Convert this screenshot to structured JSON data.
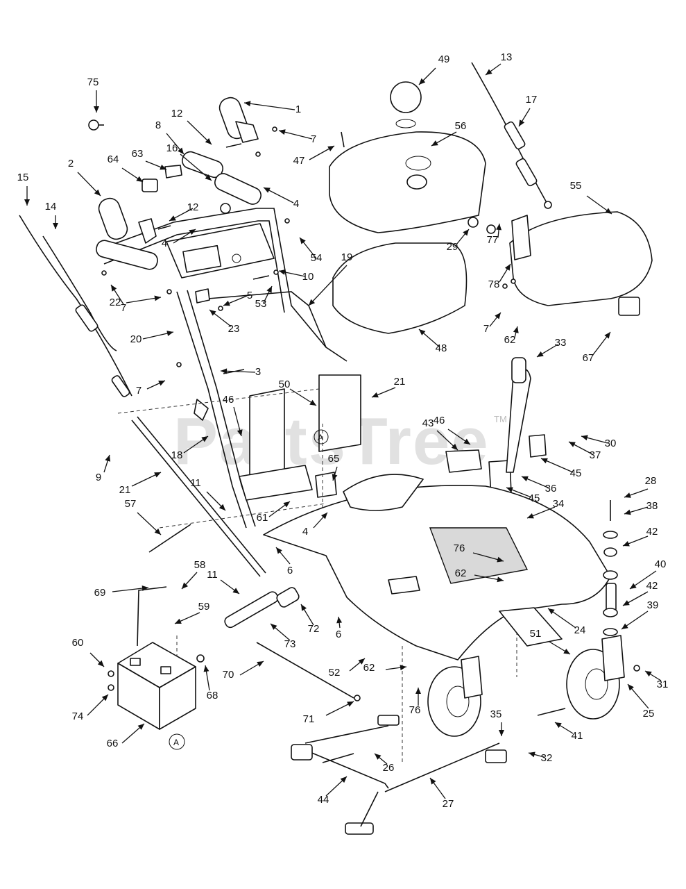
{
  "watermark": {
    "text": "PartsTree",
    "tm": "TM"
  },
  "reference_marker": "A",
  "callouts": [
    {
      "id": "c1",
      "label": "1"
    },
    {
      "id": "c2",
      "label": "2"
    },
    {
      "id": "c3",
      "label": "3"
    },
    {
      "id": "c4a",
      "label": "4"
    },
    {
      "id": "c4b",
      "label": "4"
    },
    {
      "id": "c4c",
      "label": "4"
    },
    {
      "id": "c5",
      "label": "5"
    },
    {
      "id": "c6a",
      "label": "6"
    },
    {
      "id": "c6b",
      "label": "6"
    },
    {
      "id": "c7a",
      "label": "7"
    },
    {
      "id": "c7b",
      "label": "7"
    },
    {
      "id": "c7c",
      "label": "7"
    },
    {
      "id": "c7d",
      "label": "7"
    },
    {
      "id": "c8",
      "label": "8"
    },
    {
      "id": "c9",
      "label": "9"
    },
    {
      "id": "c10",
      "label": "10"
    },
    {
      "id": "c11a",
      "label": "11"
    },
    {
      "id": "c11b",
      "label": "11"
    },
    {
      "id": "c12a",
      "label": "12"
    },
    {
      "id": "c12b",
      "label": "12"
    },
    {
      "id": "c13",
      "label": "13"
    },
    {
      "id": "c14",
      "label": "14"
    },
    {
      "id": "c15",
      "label": "15"
    },
    {
      "id": "c16",
      "label": "16"
    },
    {
      "id": "c17",
      "label": "17"
    },
    {
      "id": "c18",
      "label": "18"
    },
    {
      "id": "c19",
      "label": "19"
    },
    {
      "id": "c20",
      "label": "20"
    },
    {
      "id": "c21a",
      "label": "21"
    },
    {
      "id": "c21b",
      "label": "21"
    },
    {
      "id": "c22",
      "label": "22"
    },
    {
      "id": "c23",
      "label": "23"
    },
    {
      "id": "c24",
      "label": "24"
    },
    {
      "id": "c25",
      "label": "25"
    },
    {
      "id": "c26",
      "label": "26"
    },
    {
      "id": "c27",
      "label": "27"
    },
    {
      "id": "c28",
      "label": "28"
    },
    {
      "id": "c29",
      "label": "29"
    },
    {
      "id": "c30",
      "label": "30"
    },
    {
      "id": "c31",
      "label": "31"
    },
    {
      "id": "c32",
      "label": "32"
    },
    {
      "id": "c33",
      "label": "33"
    },
    {
      "id": "c34",
      "label": "34"
    },
    {
      "id": "c35",
      "label": "35"
    },
    {
      "id": "c36",
      "label": "36"
    },
    {
      "id": "c37",
      "label": "37"
    },
    {
      "id": "c38",
      "label": "38"
    },
    {
      "id": "c39",
      "label": "39"
    },
    {
      "id": "c40",
      "label": "40"
    },
    {
      "id": "c41",
      "label": "41"
    },
    {
      "id": "c42a",
      "label": "42"
    },
    {
      "id": "c42b",
      "label": "42"
    },
    {
      "id": "c43",
      "label": "43"
    },
    {
      "id": "c44",
      "label": "44"
    },
    {
      "id": "c45a",
      "label": "45"
    },
    {
      "id": "c45b",
      "label": "45"
    },
    {
      "id": "c46a",
      "label": "46"
    },
    {
      "id": "c46b",
      "label": "46"
    },
    {
      "id": "c47",
      "label": "47"
    },
    {
      "id": "c48",
      "label": "48"
    },
    {
      "id": "c49",
      "label": "49"
    },
    {
      "id": "c50",
      "label": "50"
    },
    {
      "id": "c51",
      "label": "51"
    },
    {
      "id": "c52",
      "label": "52"
    },
    {
      "id": "c53",
      "label": "53"
    },
    {
      "id": "c54",
      "label": "54"
    },
    {
      "id": "c55",
      "label": "55"
    },
    {
      "id": "c56",
      "label": "56"
    },
    {
      "id": "c57",
      "label": "57"
    },
    {
      "id": "c58",
      "label": "58"
    },
    {
      "id": "c59",
      "label": "59"
    },
    {
      "id": "c60",
      "label": "60"
    },
    {
      "id": "c61",
      "label": "61"
    },
    {
      "id": "c62a",
      "label": "62"
    },
    {
      "id": "c62b",
      "label": "62"
    },
    {
      "id": "c62c",
      "label": "62"
    },
    {
      "id": "c63",
      "label": "63"
    },
    {
      "id": "c64",
      "label": "64"
    },
    {
      "id": "c65",
      "label": "65"
    },
    {
      "id": "c66",
      "label": "66"
    },
    {
      "id": "c67",
      "label": "67"
    },
    {
      "id": "c68",
      "label": "68"
    },
    {
      "id": "c69",
      "label": "69"
    },
    {
      "id": "c70",
      "label": "70"
    },
    {
      "id": "c71",
      "label": "71"
    },
    {
      "id": "c72",
      "label": "72"
    },
    {
      "id": "c73",
      "label": "73"
    },
    {
      "id": "c74",
      "label": "74"
    },
    {
      "id": "c75",
      "label": "75"
    },
    {
      "id": "c76a",
      "label": "76"
    },
    {
      "id": "c76b",
      "label": "76"
    },
    {
      "id": "c77",
      "label": "77"
    },
    {
      "id": "c78",
      "label": "78"
    }
  ]
}
